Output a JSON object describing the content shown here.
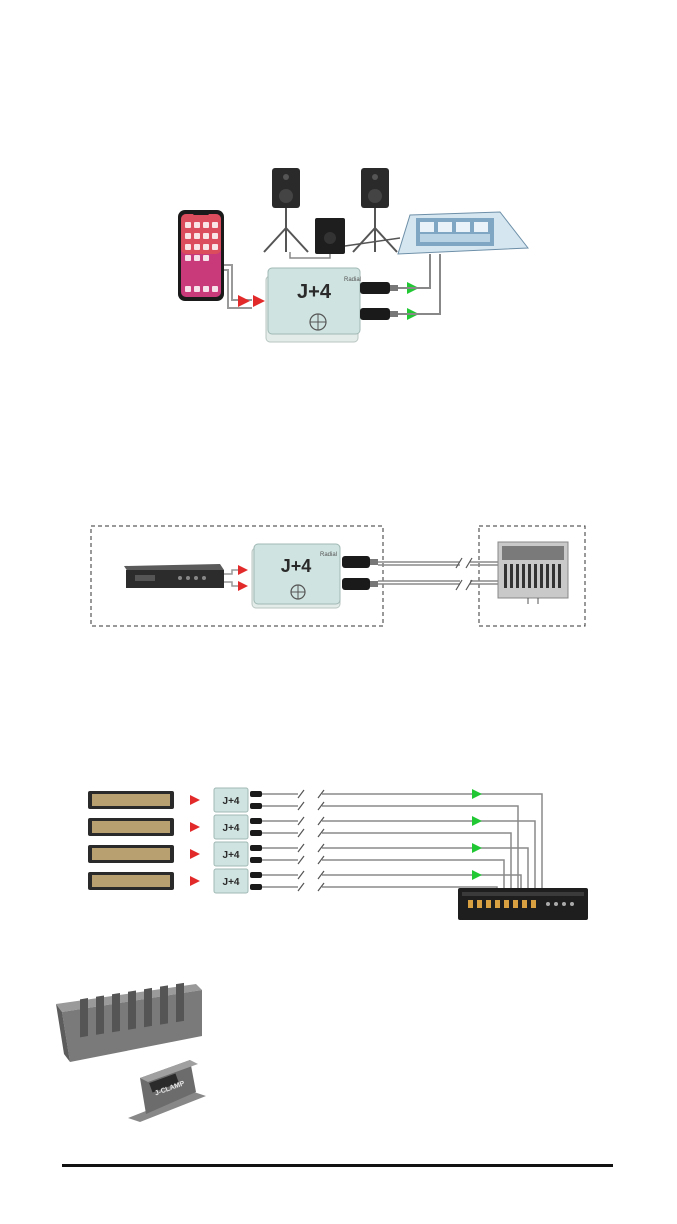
{
  "diagram1": {
    "device_brand": "Radial",
    "device_model": "J+4",
    "colors": {
      "input_arrow": "#e32a2a",
      "output_arrow": "#22c834",
      "di_body": "#cfe3e0",
      "cable": "#8a8a8a"
    }
  },
  "diagram2": {
    "device_brand": "Radial",
    "device_model": "J+4"
  },
  "diagram3": {
    "device_model": "J+4",
    "channel_count": 4
  },
  "accessories": {
    "small_box_label": "J-CLAMP"
  },
  "colors": {
    "border_dash": "#333333",
    "footer_rule": "#111111"
  }
}
